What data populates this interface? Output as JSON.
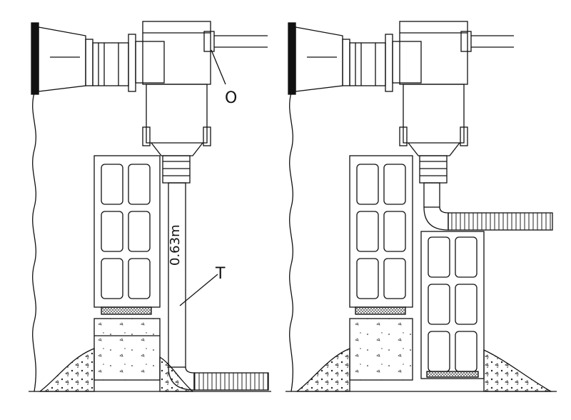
{
  "labels": {
    "outlet": "O",
    "pipe": "T",
    "height": "0.63m"
  },
  "colors": {
    "line": "#111111",
    "background": "#ffffff"
  }
}
